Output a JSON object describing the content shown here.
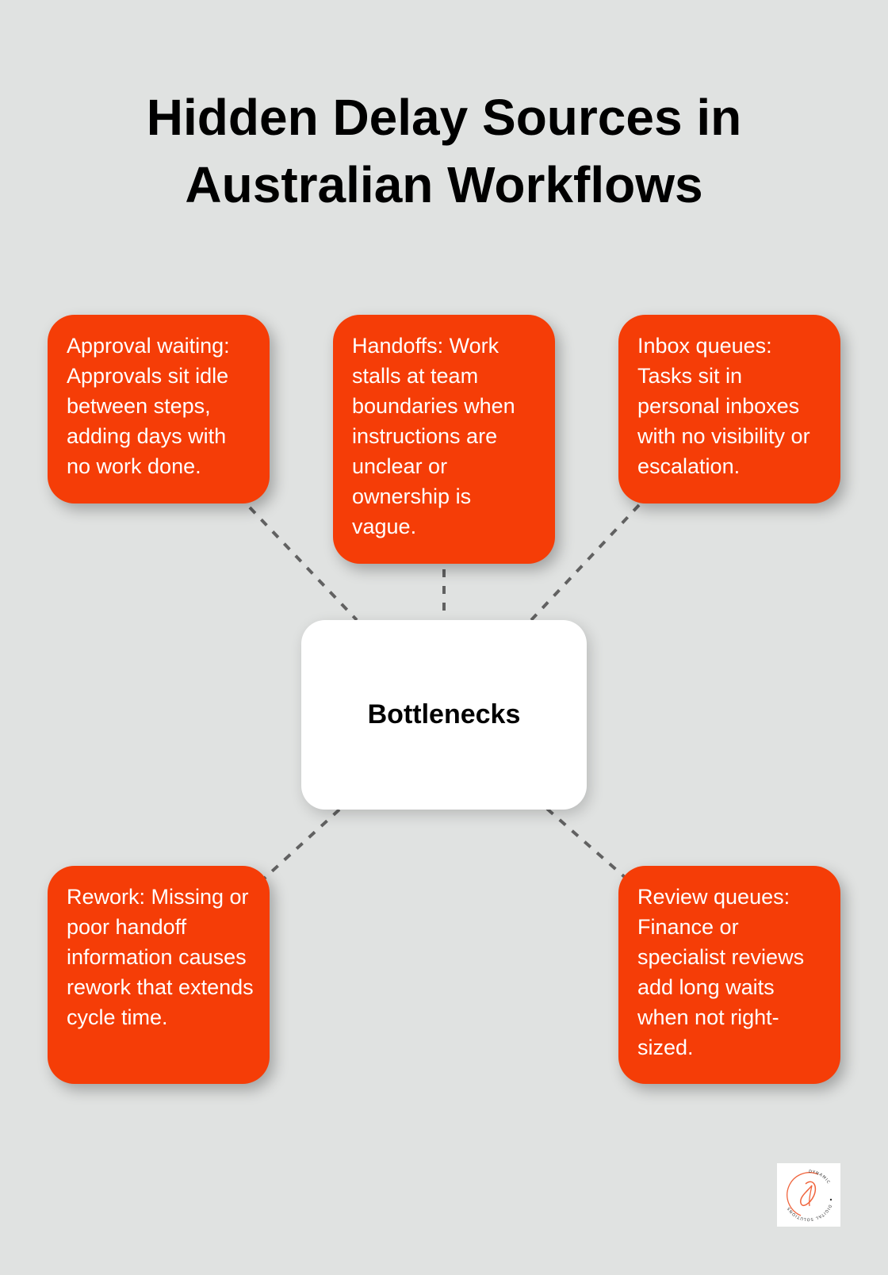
{
  "title": {
    "line1": "Hidden Delay Sources in",
    "line2": "Australian Workflows"
  },
  "center": {
    "label": "Bottlenecks"
  },
  "cards": [
    {
      "id": "approval-waiting",
      "text": "Approval waiting: Approvals sit idle between steps, adding days with no work done."
    },
    {
      "id": "handoffs",
      "text": "Handoffs: Work stalls at team boundaries when instructions are unclear or ownership is vague."
    },
    {
      "id": "inbox-queues",
      "text": "Inbox queues: Tasks sit in personal inboxes with no visibility or escalation."
    },
    {
      "id": "rework",
      "text": "Rework: Missing or poor handoff information causes rework that extends cycle time."
    },
    {
      "id": "review-queues",
      "text": "Review queues: Finance or specialist reviews add long waits when not right-sized."
    }
  ],
  "logo": {
    "icon": "dynamic-digital-solutions-logo",
    "text_top": "DYNAMIC",
    "text_bottom": "DIGITAL SOLUTIONS"
  },
  "colors": {
    "background": "#e0e2e1",
    "card": "#f53d07",
    "card_text": "#ffffff",
    "center_box": "#ffffff",
    "connector": "#616161",
    "title": "#000000"
  }
}
